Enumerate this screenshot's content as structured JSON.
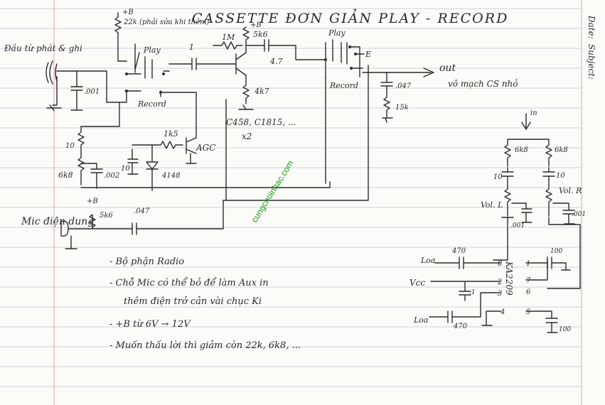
{
  "title": "CASSETTE ĐƠN GIẢN PLAY - RECORD",
  "margin_labels": {
    "date": "Date:",
    "subject": "Subject:"
  },
  "watermark": "cungchoinhac.com",
  "labels": {
    "plus_b_top": "+B",
    "r22k": "22k (phải sửa khi thêm)",
    "head": "Đầu từ phát & ghi",
    "play1": "Play",
    "record1": "Record",
    "one": "1",
    "r1m": "1M",
    "plus_b2": "+B",
    "r5k6_top": "5k6",
    "c47": "4.7",
    "r4k7": "4k7",
    "c001": ".001",
    "transistors": "C458, C1815, ...",
    "x2": "x2",
    "play2": "Play",
    "e": "E",
    "record2": "Record",
    "out": "out",
    "out_note": "vô mạch CS nhỏ",
    "c047_out": ".047",
    "r15k": "15k",
    "r1k5": "1k5",
    "agc": "AGC",
    "r10": "10",
    "c10_agc": "10",
    "d4148": "4148",
    "r6k8": "6k8",
    "c002": ".002",
    "in_label": "in",
    "r6k8_l": "6k8",
    "r6k8_r": "6k8",
    "c10_l": "10",
    "c10_r": "10",
    "vol_l": "Vol. L",
    "vol_r": "Vol. R",
    "c001_l": ".001",
    "c001_r": ".001",
    "plus_b_mic": "+B",
    "r5k6_mic": "5k6",
    "c047_mic": ".047",
    "mic": "Mic điện dung",
    "loa_top": "Loa",
    "c470_top": "470",
    "vcc": "Vcc",
    "c1_vcc": ".1",
    "loa_bot": "Loa",
    "c470_bot": "470",
    "ic": "KA2209",
    "c100_top": "100",
    "c100_bot": "100",
    "p8": "8",
    "p2": "2",
    "p3": "3",
    "p4": "4",
    "p1": "1",
    "p7": "7",
    "p6": "6",
    "p5": "5"
  },
  "notes": [
    "- Bộ phận Radio",
    "- Chỗ Mic có thể bỏ để làm Aux in",
    "thêm điện trở cản vài chục Ki",
    "- +B từ 6V → 12V",
    "- Muốn thấu lời thì giảm còn 22k, 6k8, ..."
  ]
}
